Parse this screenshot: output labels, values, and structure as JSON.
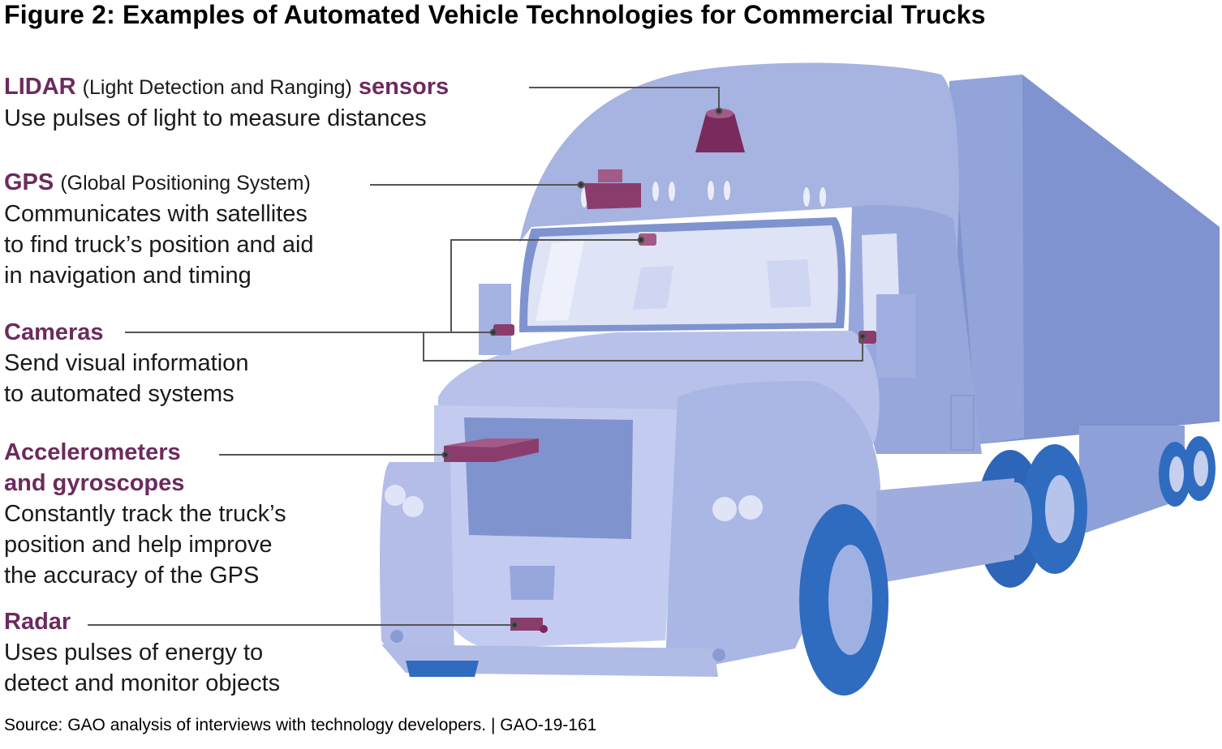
{
  "title": "Figure 2: Examples of Automated Vehicle Technologies for Commercial Trucks",
  "colors": {
    "term": "#6d2a5e",
    "device": "#7a2a5c",
    "truck_body": "#a9b4e0",
    "truck_dark": "#8293cf",
    "tire": "#2f6cc0",
    "leader_line": "#555555"
  },
  "technologies": [
    {
      "id": "lidar",
      "term": "LIDAR",
      "expansion": "(Light Detection and Ranging)",
      "term_suffix": "sensors",
      "description_lines": [
        "Use pulses of light to measure distances"
      ]
    },
    {
      "id": "gps",
      "term": "GPS",
      "expansion": "(Global Positioning System)",
      "description_lines": [
        "Communicates with satellites",
        "to find truck’s position and aid",
        "in navigation and timing"
      ]
    },
    {
      "id": "cameras",
      "term": "Cameras",
      "description_lines": [
        "Send visual information",
        "to automated systems"
      ]
    },
    {
      "id": "accelerometers",
      "term_lines": [
        "Accelerometers",
        "and gyroscopes"
      ],
      "description_lines": [
        "Constantly track the truck’s",
        "position and help improve",
        "the accuracy of the GPS"
      ]
    },
    {
      "id": "radar",
      "term": "Radar",
      "description_lines": [
        "Uses pulses of energy to",
        "detect and monitor objects"
      ]
    }
  ],
  "source": "Source: GAO analysis of interviews with technology developers.  |  GAO-19-161"
}
